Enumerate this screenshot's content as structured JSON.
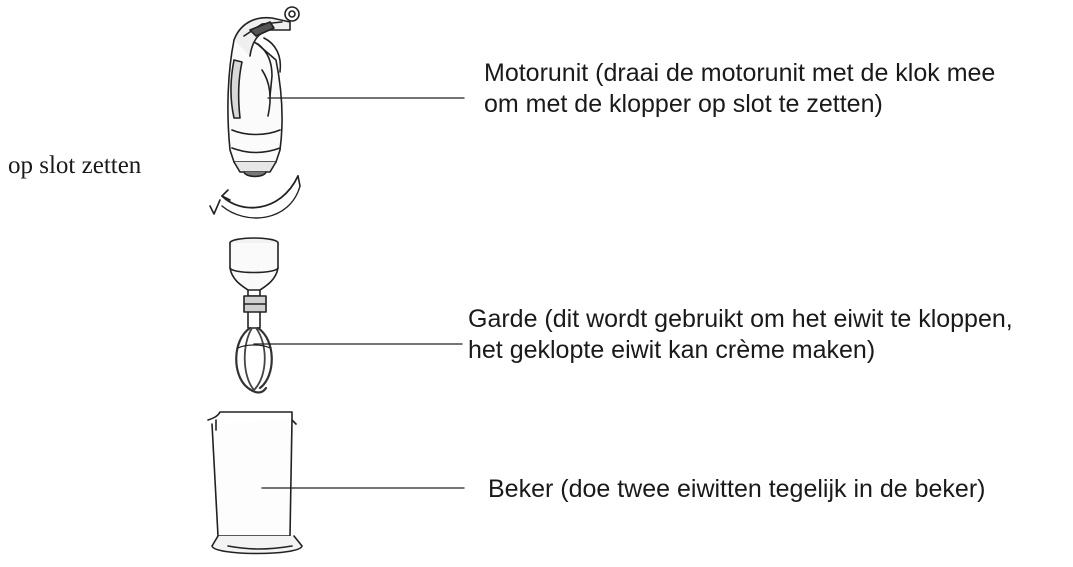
{
  "lock_label": "op slot zetten",
  "parts": [
    {
      "id": "motor",
      "line1": "Motorunit (draai de motorunit met de klok mee",
      "line2": "om met de klopper op slot te zetten)"
    },
    {
      "id": "whisk",
      "line1": "Garde (dit wordt gebruikt om het eiwit te kloppen,",
      "line2": "het geklopte eiwit kan crème maken)"
    },
    {
      "id": "beaker",
      "line1": "Beker (doe twee eiwitten tegelijk in de beker)"
    }
  ]
}
